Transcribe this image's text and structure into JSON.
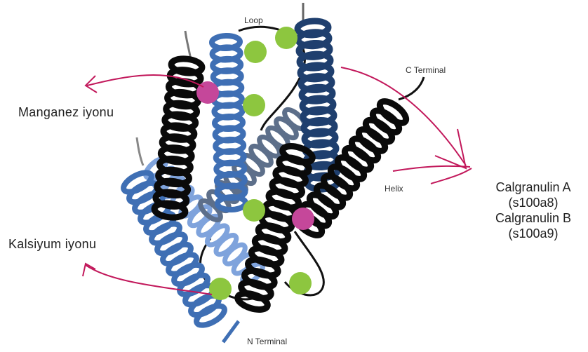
{
  "labels": {
    "loop": "Loop",
    "c_terminal": "C Terminal",
    "n_terminal": "N Terminal",
    "helix": "Helix",
    "manganese": "Manganez iyonu",
    "calcium": "Kalsiyum iyonu",
    "protein_a": "Calgranulin A",
    "protein_a_gene": "(s100a8)",
    "protein_b": "Calgranulin B",
    "protein_b_gene": "(s100a9)"
  },
  "colors": {
    "helix_black": "#0a0a0a",
    "helix_navy": "#1f3f6e",
    "helix_blue": "#3f6fb4",
    "helix_light_blue": "#7fa3dc",
    "helix_slate": "#5d6f8a",
    "calcium_ion": "#8dc63f",
    "manganese_ion": "#c5479a",
    "arrow": "#c2185b"
  }
}
